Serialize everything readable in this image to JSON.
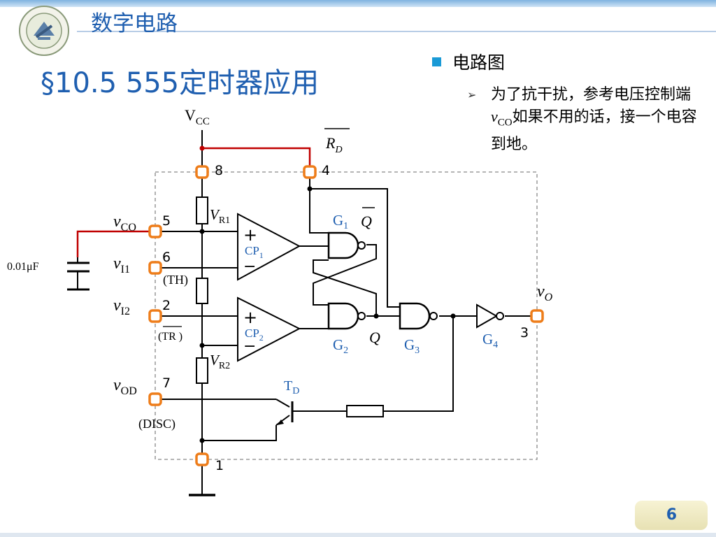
{
  "header": {
    "course_title": "数字电路",
    "section_title": "§10.5  555定时器应用"
  },
  "bullets": {
    "level1": "电路图",
    "level2_part1": "为了抗干扰，参考电压控制端",
    "level2_vco": "v",
    "level2_vco_sub": "CO",
    "level2_part2": "如果不用的话，接一个电容到地。"
  },
  "page": {
    "number": "6"
  },
  "circuit": {
    "vcc": "V",
    "vcc_sub": "CC",
    "rd": "R",
    "rd_sub": "D",
    "pins": {
      "p8": "8",
      "p4": "4",
      "p5": "5",
      "p6": "6",
      "p2": "2",
      "p7": "7",
      "p1": "1",
      "p3": "3"
    },
    "vco": "v",
    "vco_sub": "CO",
    "vi1": "v",
    "vi1_sub": "I1",
    "vi2": "v",
    "vi2_sub": "I2",
    "vod": "v",
    "vod_sub": "OD",
    "vo": "v",
    "vo_sub": "O",
    "capacitor": "0.01μF",
    "th": "(TH)",
    "tr_open": "(",
    "tr": "TR",
    "tr_close": " )",
    "disc": "(DISC)",
    "vr1": "V",
    "vr1_sub": "R1",
    "vr2": "V",
    "vr2_sub": "R2",
    "cp1": "CP",
    "cp1_sub": "1",
    "cp2": "CP",
    "cp2_sub": "2",
    "plus": "+",
    "minus": "−",
    "g1": "G",
    "g1_sub": "1",
    "g2": "G",
    "g2_sub": "2",
    "g3": "G",
    "g3_sub": "3",
    "g4": "G",
    "g4_sub": "4",
    "q": "Q",
    "qbar": "Q",
    "td": "T",
    "td_sub": "D"
  },
  "colors": {
    "accent_blue": "#1f5fb0",
    "wire": "#000000",
    "red_wire": "#c00000",
    "pin": "#ee7d1a"
  }
}
